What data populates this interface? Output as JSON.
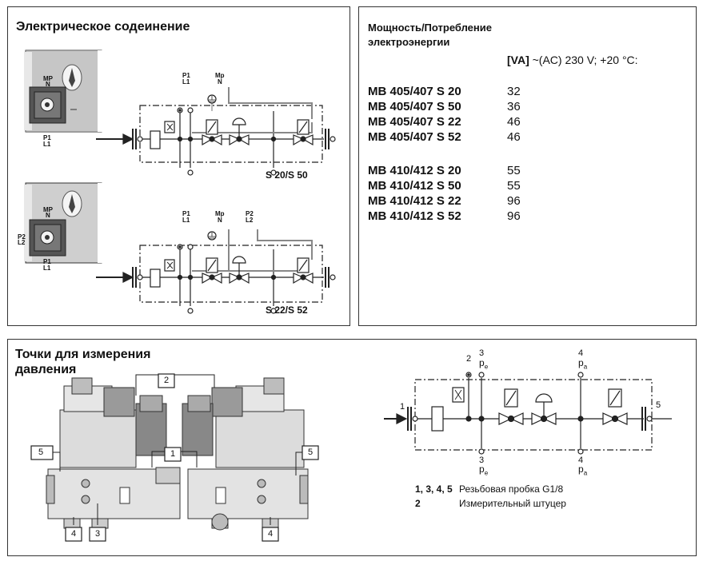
{
  "electrical": {
    "title": "Электрическое содеинение",
    "diagram1": {
      "p_label": "P1",
      "l_label": "L1",
      "mp_label": "Mp",
      "n_label": "N",
      "model_label": "S 20/S 50",
      "conn_mp": "MP",
      "conn_n": "N",
      "conn_p": "P1",
      "conn_l": "L1"
    },
    "diagram2": {
      "p1_label": "P1",
      "l1_label": "L1",
      "mp_label": "Mp",
      "n_label": "N",
      "p2_label": "P2",
      "l2_label": "L2",
      "model_label": "S 22/S 52",
      "conn_mp": "MP",
      "conn_n": "N",
      "conn_p2": "P2",
      "conn_l2": "L2",
      "conn_p1": "P1",
      "conn_l1": "L1"
    }
  },
  "power": {
    "header_line1": "Мощность/Потребление",
    "header_line2": "электроэнергии",
    "unit_bracket": "[VA]",
    "unit_rest": " ~(AC) 230 V; +20 °C:",
    "group1": [
      {
        "model": "MB 405/407 S 20",
        "value": "32"
      },
      {
        "model": "MB 405/407 S 50",
        "value": "36"
      },
      {
        "model": "MB 405/407 S 22",
        "value": "46"
      },
      {
        "model": "MB 405/407 S 52",
        "value": "46"
      }
    ],
    "group2": [
      {
        "model": "MB 410/412 S 20",
        "value": "55"
      },
      {
        "model": "MB 410/412 S 50",
        "value": "55"
      },
      {
        "model": "MB 410/412 S 22",
        "value": "96"
      },
      {
        "model": "MB 410/412 S 52",
        "value": "96"
      }
    ]
  },
  "pressure": {
    "title_line1": "Точки  для измерения",
    "title_line2": "давления",
    "callouts": {
      "c5a": "5",
      "c2": "2",
      "c1": "1",
      "c5b": "5",
      "c4a": "4",
      "c3": "3",
      "c4b": "4"
    },
    "schematic": {
      "n1": "1",
      "n2": "2",
      "n3_top": "3",
      "pe_top": "p",
      "pe_top_sub": "e",
      "n4_top": "4",
      "pa_top": "p",
      "pa_top_sub": "a",
      "n5": "5",
      "n3_bot": "3",
      "pe_bot": "p",
      "pe_bot_sub": "e",
      "n4_bot": "4",
      "pa_bot": "p",
      "pa_bot_sub": "a"
    },
    "legend": [
      {
        "key": "1, 3, 4, 5",
        "text": "Резьбовая пробка G1/8"
      },
      {
        "key": "2",
        "text": "Измерительный штуцер"
      }
    ]
  }
}
